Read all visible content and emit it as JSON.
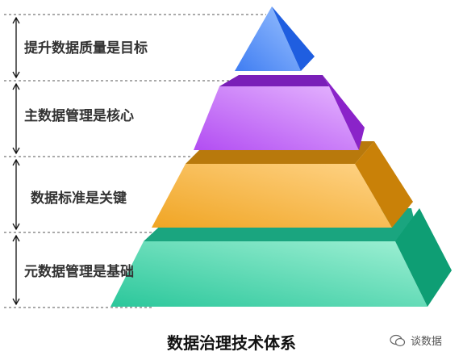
{
  "levels": [
    {
      "label": "提升数据质量是目标",
      "front": [
        "#3f7df2",
        "#9bc2ff"
      ],
      "side": "#1f5ee0"
    },
    {
      "label": "主数据管理是核心",
      "front": [
        "#b24df2",
        "#e6b7ff"
      ],
      "side": "#8a23c9"
    },
    {
      "label": "数据标准是关键",
      "front": [
        "#f0a524",
        "#ffd488"
      ],
      "side": "#c98108"
    },
    {
      "label": "元数据管理是基础",
      "front": [
        "#2bc79b",
        "#9ff0d4"
      ],
      "side": "#0e9e74"
    }
  ],
  "title": "数据治理技术体系",
  "watermark": "谈数据"
}
